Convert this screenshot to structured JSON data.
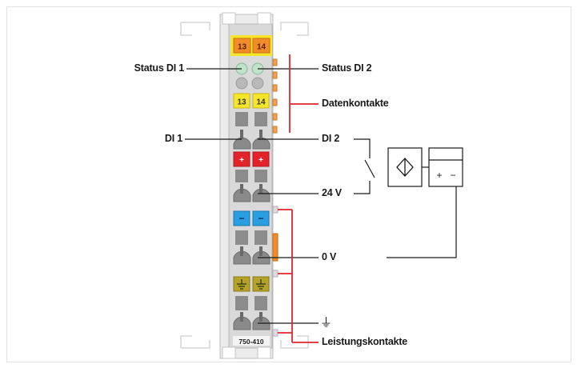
{
  "module": {
    "part_number": "750-410",
    "top_terminals": [
      "13",
      "14"
    ],
    "marker_terminals": [
      "13",
      "14"
    ],
    "plus_symbol": "+",
    "minus_symbol": "−"
  },
  "labels": {
    "status_di1": "Status DI 1",
    "status_di2": "Status DI 2",
    "datenkontakte": "Datenkontakte",
    "di1": "DI 1",
    "di2": "DI 2",
    "v24": "24 V",
    "v0": "0 V",
    "ground": "⏚",
    "leistungskontakte": "Leistungskontakte"
  },
  "sensor_supply": {
    "plus": "+",
    "minus": "−"
  },
  "colors": {
    "orange": "#f28c28",
    "yellow": "#f5e62a",
    "red": "#e42229",
    "blue": "#2a9ee0",
    "ground_green": "#b5a22a",
    "led_green": "#bfe3c8",
    "contact_red": "#e3242b",
    "housing": "#d9d9d9"
  }
}
